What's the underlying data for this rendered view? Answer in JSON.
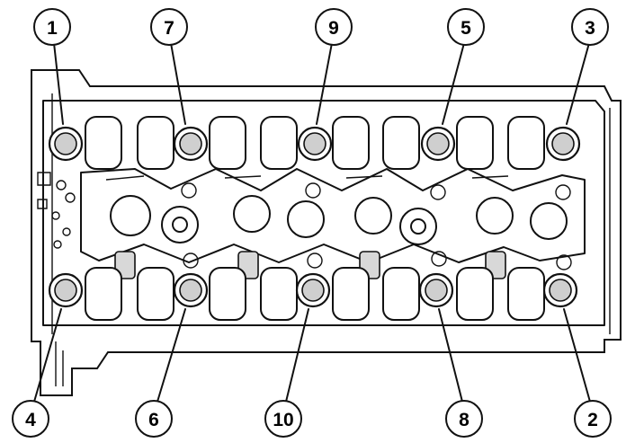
{
  "diagram": {
    "callouts": [
      {
        "id": "1",
        "label": "1"
      },
      {
        "id": "7",
        "label": "7"
      },
      {
        "id": "9",
        "label": "9"
      },
      {
        "id": "5",
        "label": "5"
      },
      {
        "id": "3",
        "label": "3"
      },
      {
        "id": "4",
        "label": "4"
      },
      {
        "id": "6",
        "label": "6"
      },
      {
        "id": "10",
        "label": "10"
      },
      {
        "id": "8",
        "label": "8"
      },
      {
        "id": "2",
        "label": "2"
      }
    ]
  }
}
